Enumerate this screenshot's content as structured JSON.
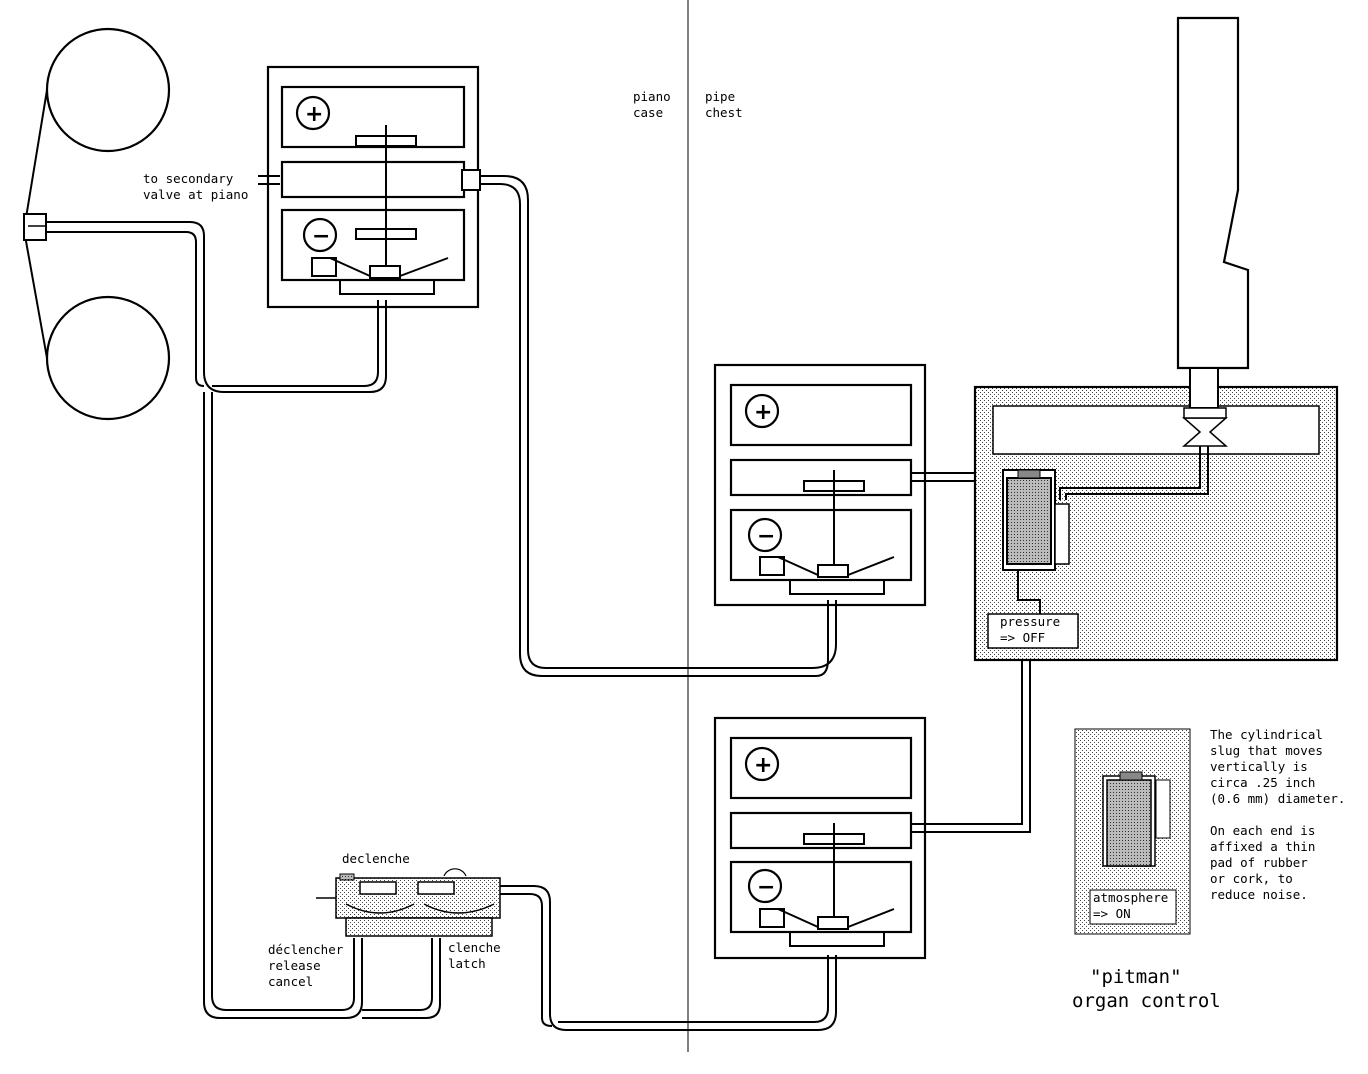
{
  "labels": {
    "piano_case": [
      "piano",
      "case"
    ],
    "pipe_chest": [
      "pipe",
      "chest"
    ],
    "to_secondary": [
      "to secondary",
      "valve at piano"
    ],
    "pressure": [
      "pressure",
      "=> OFF"
    ],
    "atmosphere": [
      "atmosphere",
      "=> ON"
    ],
    "declenche": "declenche",
    "declencher": [
      "déclencher",
      "release",
      "cancel"
    ],
    "clenche": [
      "clenche",
      "latch"
    ],
    "description": [
      "The cylindrical",
      "slug that moves",
      "vertically is",
      "circa .25 inch",
      "(0.6 mm) diameter.",
      "",
      "On each end is",
      "affixed a thin",
      "pad of rubber",
      "or cork, to",
      "reduce noise."
    ],
    "title": [
      "\"pitman\"",
      "organ control"
    ],
    "plus_symbol": "+",
    "minus_symbol": "−"
  }
}
